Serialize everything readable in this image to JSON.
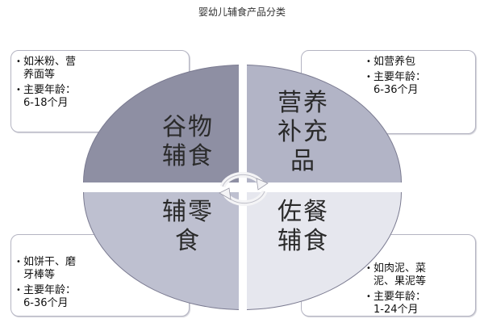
{
  "title": "婴幼儿辅食产品分类",
  "quadrants": {
    "top_left": {
      "label_line1": "谷物",
      "label_line2": "辅食",
      "color": "#8e8fa3"
    },
    "top_right": {
      "label_line1": "营养",
      "label_line2": "补充",
      "label_line3": "品",
      "color": "#b2b4c6"
    },
    "bottom_left": {
      "label_line1": "辅零",
      "label_line2": "食",
      "color": "#bec0d0"
    },
    "bottom_right": {
      "label_line1": "佐餐",
      "label_line2": "辅食",
      "color": "#e6e7ee"
    }
  },
  "boxes": {
    "top_left": {
      "example_line1": "如米粉、营",
      "example_line2": "养面等",
      "age_label": "主要年龄：",
      "age_value": "6-18个月"
    },
    "top_right": {
      "example_line1": "如营养包",
      "age_label": "主要年龄：",
      "age_value": "6-36个月"
    },
    "bottom_left": {
      "example_line1": "如饼干、磨",
      "example_line2": "牙棒等",
      "age_label": "主要年龄：",
      "age_value": "6-36个月"
    },
    "bottom_right": {
      "example_line1": "如肉泥、菜",
      "example_line2": "泥、果泥等",
      "age_label": "主要年龄：",
      "age_value": "1-24个月"
    }
  },
  "center_icon": "cycle-arrows-icon"
}
